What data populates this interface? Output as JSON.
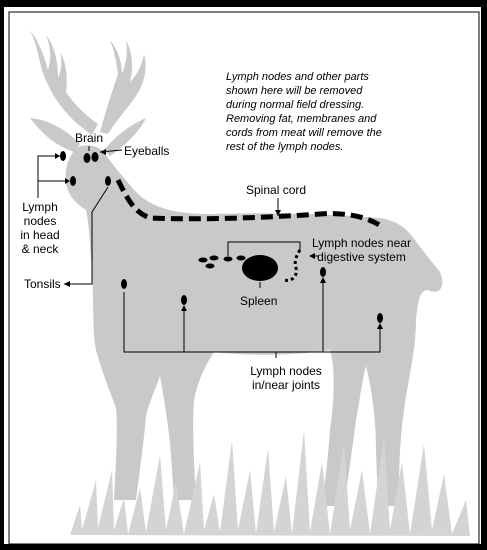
{
  "note_lines": [
    "Lymph nodes and other parts",
    "shown here will be removed",
    "during normal field dressing.",
    "Removing fat, membranes and",
    "cords from meat will remove the",
    "rest of the lymph nodes."
  ],
  "labels": {
    "brain": "Brain",
    "eyeballs": "Eyeballs",
    "lymph_head_neck": [
      "Lymph",
      "nodes",
      "in head",
      "& neck"
    ],
    "tonsils": "Tonsils",
    "spinal_cord": "Spinal cord",
    "lymph_digestive": [
      "Lymph nodes near",
      "digestive system"
    ],
    "spleen": "Spleen",
    "lymph_joints": [
      "Lymph nodes",
      "in/near joints"
    ]
  },
  "colors": {
    "silhouette": "#c9c9c9",
    "grass": "#d4d4d4",
    "ink": "#000000",
    "frame": "#000000"
  }
}
